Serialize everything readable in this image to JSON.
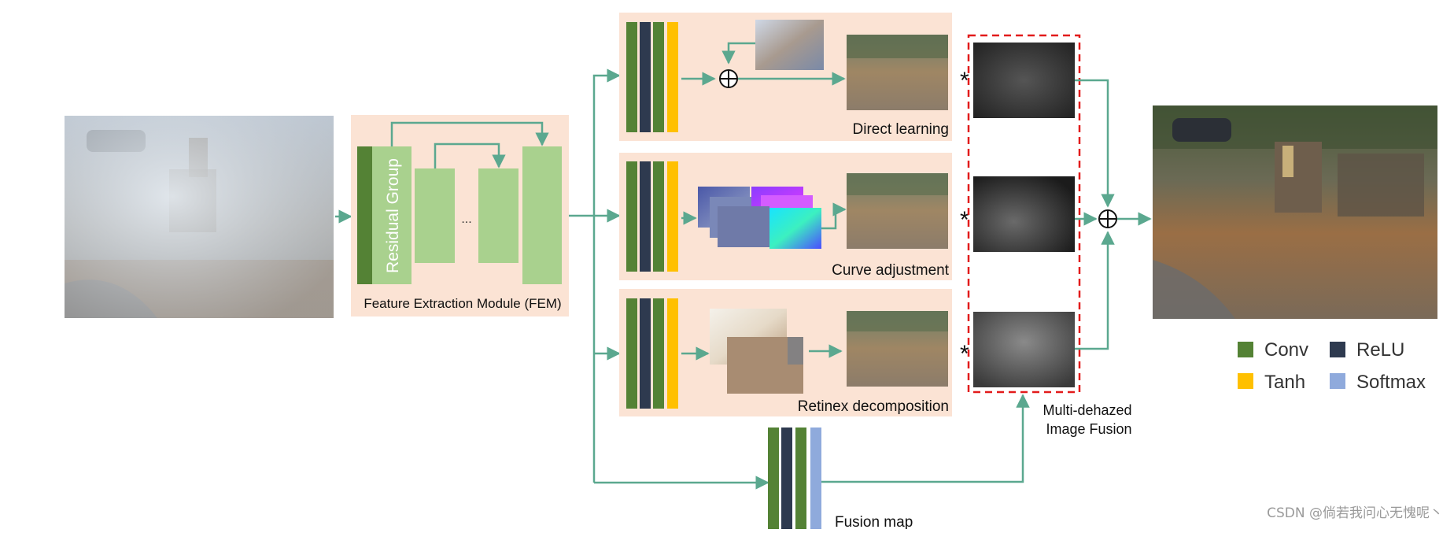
{
  "fem": {
    "residual_group_label": "Residual Group",
    "ellipsis": "...",
    "caption": "Feature Extraction Module (FEM)"
  },
  "branches": [
    {
      "label": "Direct learning"
    },
    {
      "label": "Curve adjustment"
    },
    {
      "label": "Retinex decomposition"
    }
  ],
  "fusion": {
    "map_label": "Fusion map",
    "module_label_line1": "Multi-dehazed",
    "module_label_line2": "Image Fusion",
    "multiply_symbol": "*",
    "add_symbol": "⊕"
  },
  "legend": [
    {
      "label": "Conv",
      "color": "#548235"
    },
    {
      "label": "ReLU",
      "color": "#2e3a4f"
    },
    {
      "label": "Tanh",
      "color": "#ffc000"
    },
    {
      "label": "Softmax",
      "color": "#8faadc"
    }
  ],
  "colors": {
    "arrow": "#5ba88f",
    "panel_bg": "#fbe3d4",
    "fem_light_green": "#a9d18e",
    "fusion_border": "#e21b1b"
  },
  "watermark": "CSDN @倘若我问心无愧呢丶"
}
